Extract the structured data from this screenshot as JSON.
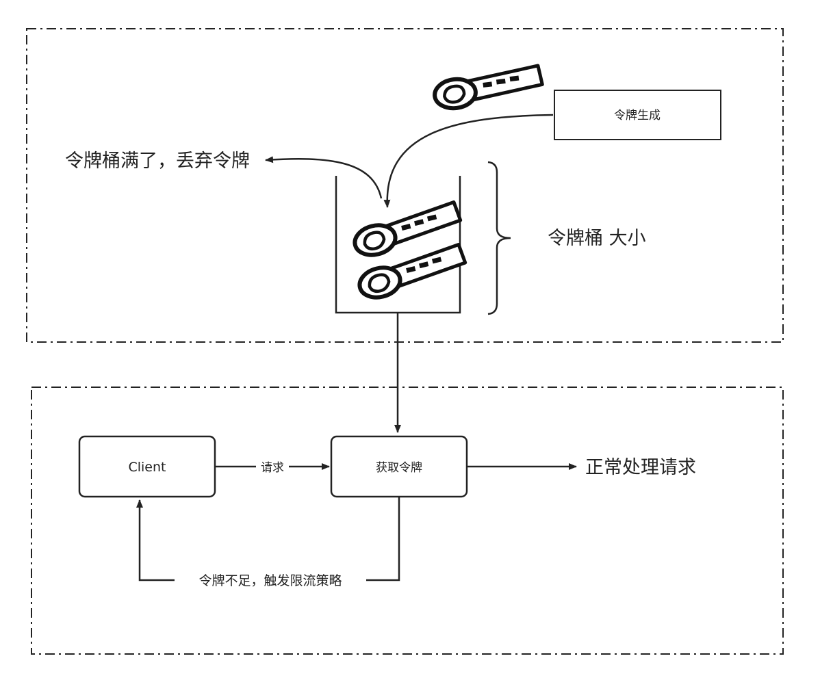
{
  "diagram": {
    "generator_label": "令牌生成",
    "overflow_label": "令牌桶满了，丢弃令牌",
    "bucket_size_label": "令牌桶 大小",
    "client_label": "Client",
    "request_label": "请求",
    "get_token_label": "获取令牌",
    "success_label": "正常处理请求",
    "insufficient_label": "令牌不足，触发限流策略"
  },
  "colors": {
    "stroke": "#222222",
    "background": "#ffffff"
  }
}
